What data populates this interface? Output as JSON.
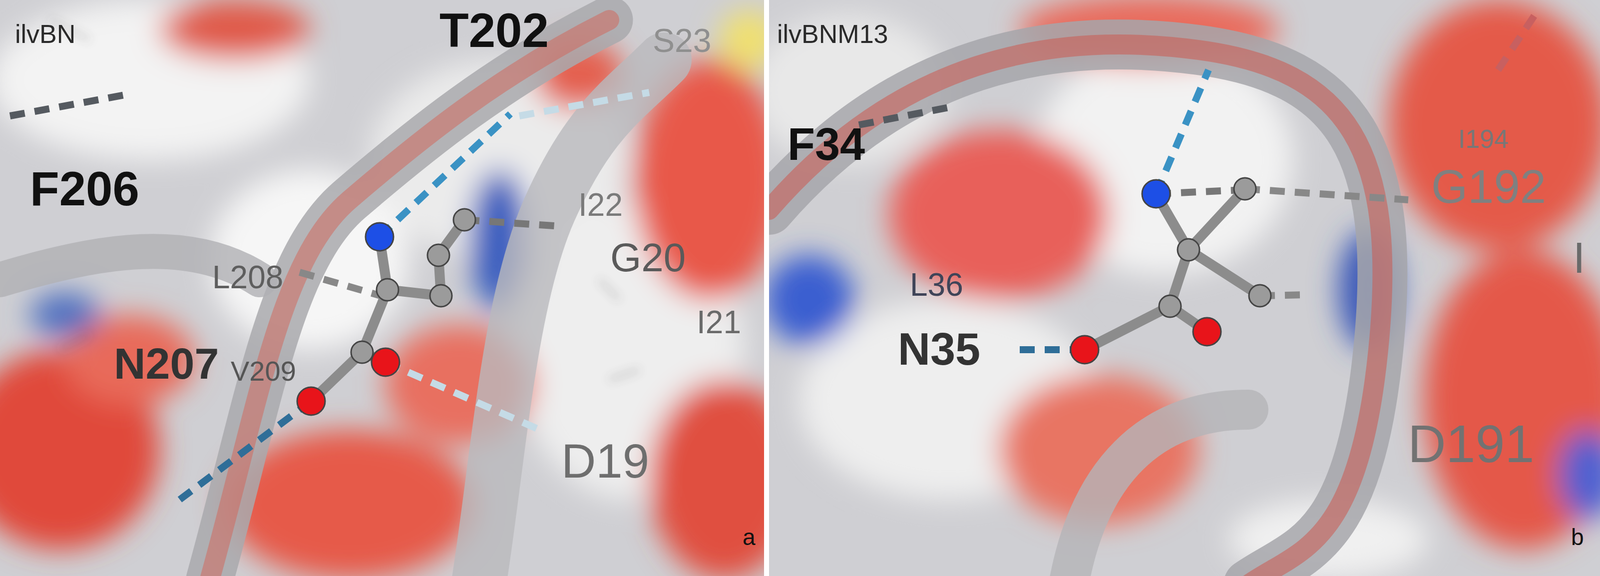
{
  "diagram": {
    "labels": [
      "ilvBN",
      "T202",
      "S23",
      "F206",
      "I22",
      "G20",
      "L208",
      "I21",
      "N207",
      "V209",
      "D19",
      "a",
      "ilvBNM13",
      "F34",
      "I194",
      "G192",
      "I",
      "L36",
      "N35",
      "D191",
      "b"
    ]
  }
}
